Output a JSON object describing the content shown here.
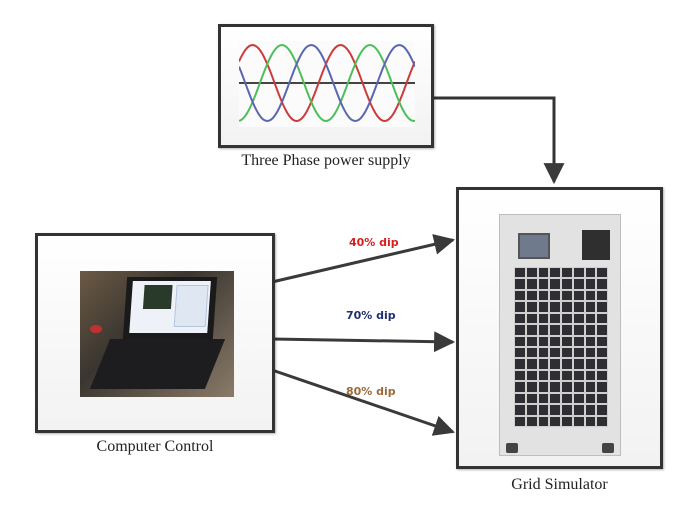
{
  "nodes": {
    "supply": {
      "label": "Three Phase power supply",
      "icon": "three-phase-waveform"
    },
    "computer": {
      "label": "Computer Control",
      "icon": "laptop-photo"
    },
    "simulator": {
      "label": "Grid Simulator",
      "icon": "grid-simulator-cabinet"
    }
  },
  "edges": [
    {
      "from": "supply",
      "to": "simulator",
      "label": ""
    },
    {
      "from": "computer",
      "to": "simulator",
      "label": "40% dip",
      "color": "#d42020"
    },
    {
      "from": "computer",
      "to": "simulator",
      "label": "70% dip",
      "color": "#1f2f72"
    },
    {
      "from": "computer",
      "to": "simulator",
      "label": "80% dip",
      "color": "#9a6a3a"
    }
  ],
  "waveform_colors": {
    "phase_a": "#cc3b3b",
    "phase_b": "#4cbf5a",
    "phase_c": "#5a66b0",
    "axis": "#444444"
  }
}
